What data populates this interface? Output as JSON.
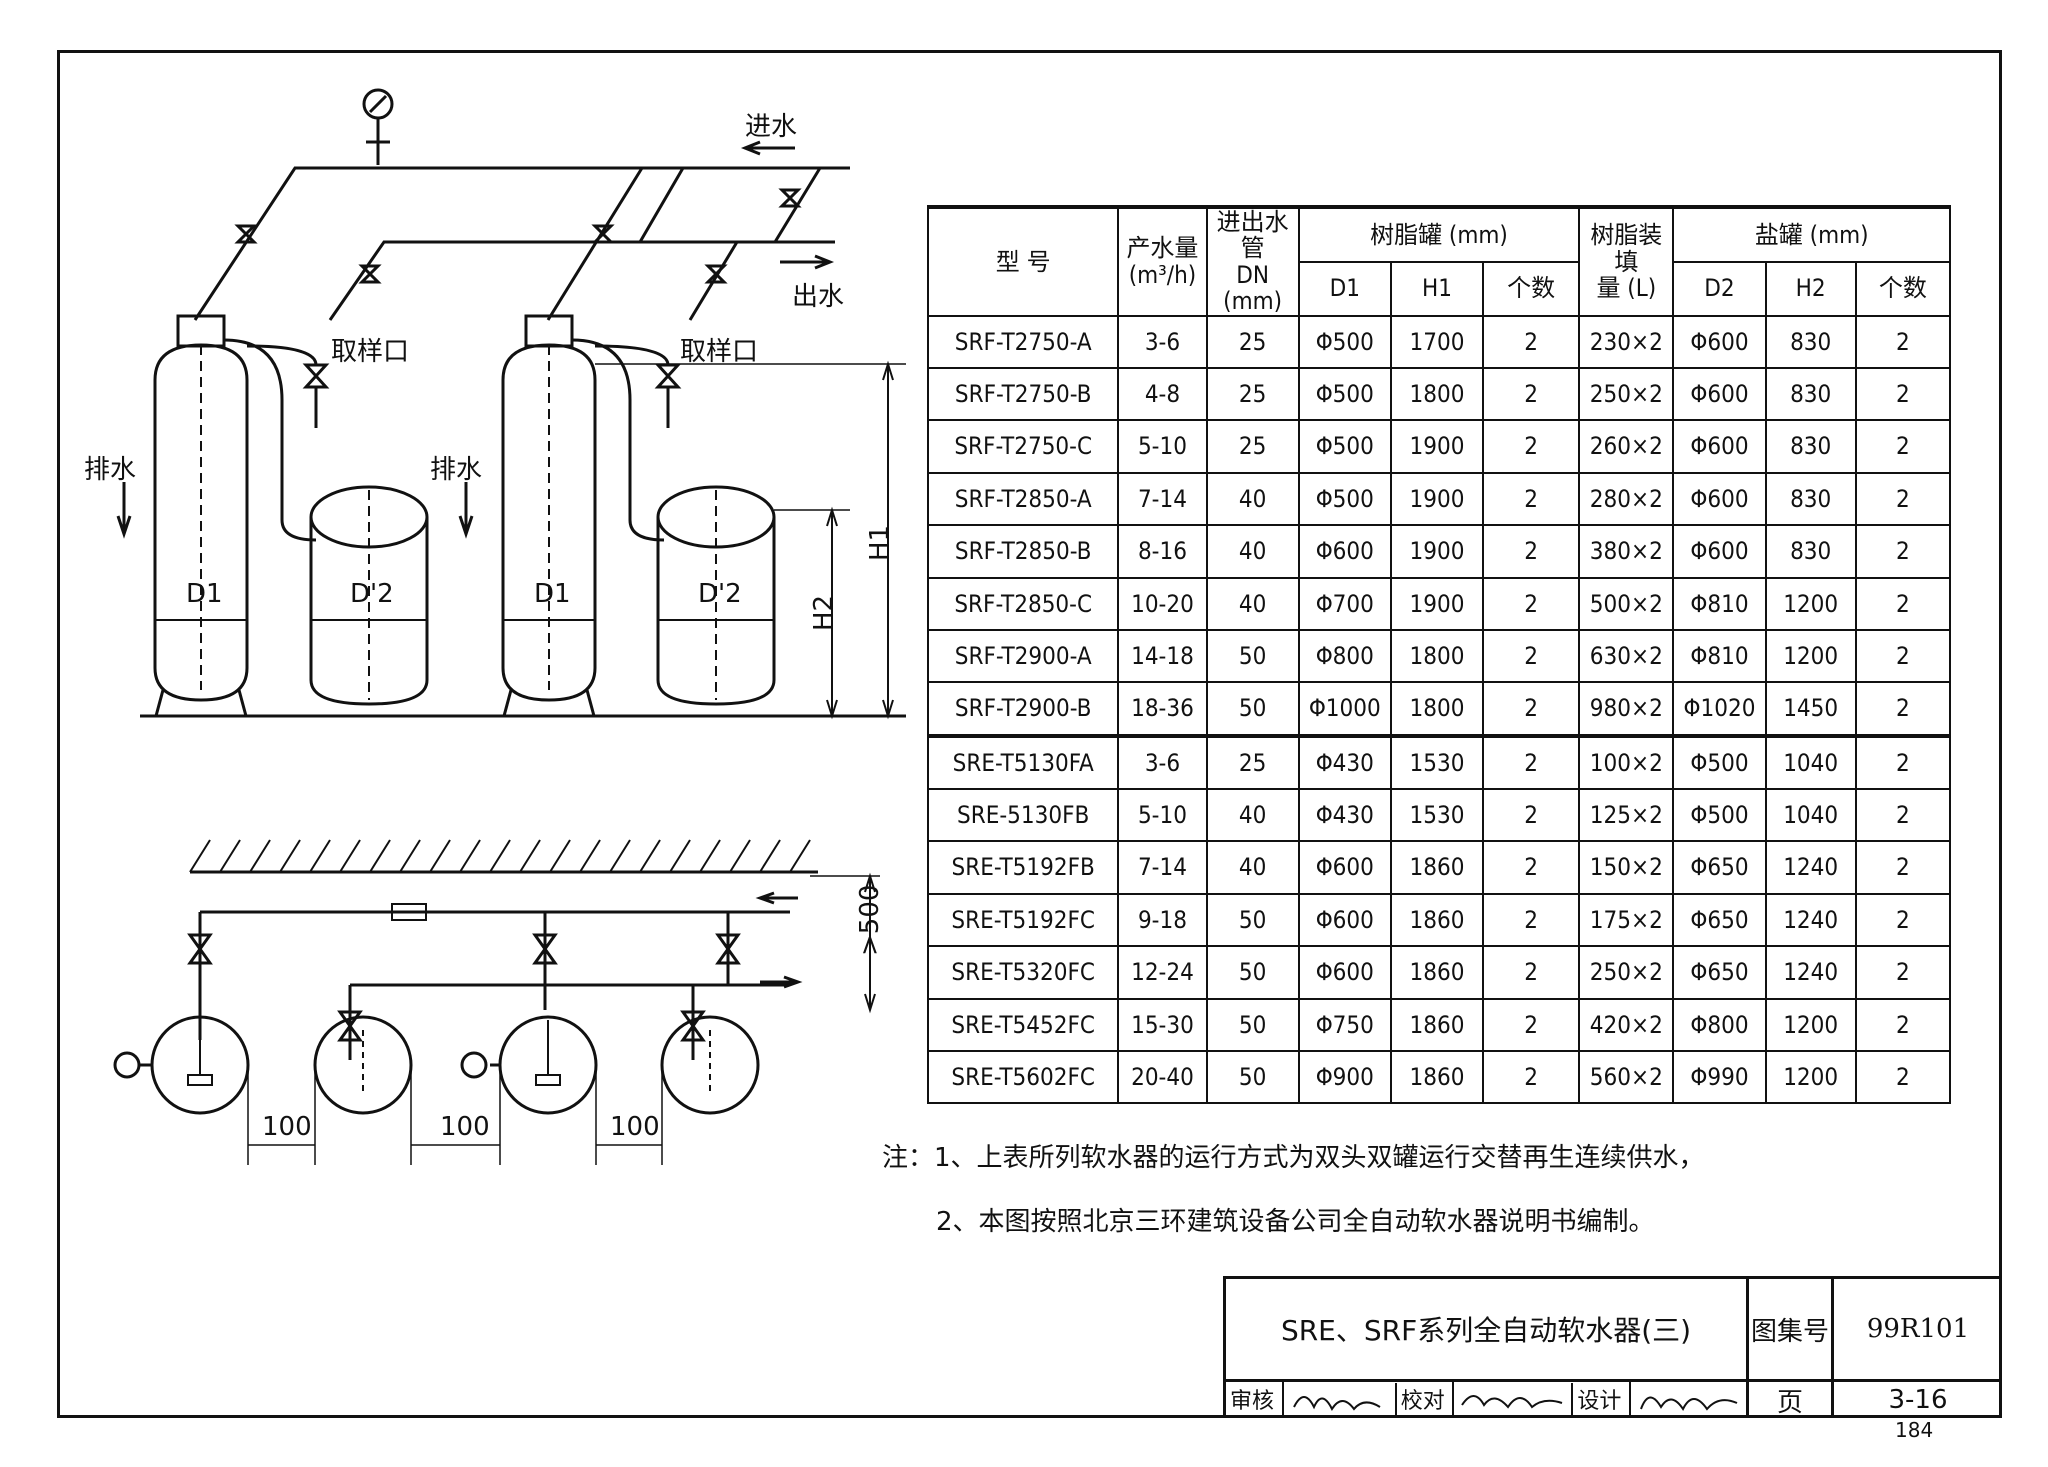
{
  "labels": {
    "inlet": "进水",
    "outlet": "出水",
    "drain_1": "排水",
    "drain_2": "排水",
    "sample_port_1": "取样口",
    "sample_port_2": "取样口",
    "d1_a": "D1",
    "d2_a": "D'2",
    "d1_b": "D1",
    "d2_b": "D'2",
    "h1": "H1",
    "h2": "H2",
    "gap_100_a": "100",
    "gap_100_b": "100",
    "gap_100_c": "100",
    "clearance": ">500"
  },
  "table": {
    "headers": {
      "model": "型 号",
      "capacity": "产水量",
      "capacity_unit": "(m³/h)",
      "pipe": "进出水管",
      "pipe_dn": "DN",
      "pipe_unit": "(mm)",
      "resin_tank": "树脂罐 (mm)",
      "resin_fill": "树脂装填",
      "resin_fill_unit": "量 (L)",
      "salt_tank": "盐罐 (mm)",
      "d1": "D1",
      "h1": "H1",
      "count1": "个数",
      "d2": "D2",
      "h2": "H2",
      "count2": "个数"
    },
    "rows": [
      [
        "SRF-T2750-A",
        "3-6",
        "25",
        "Φ500",
        "1700",
        "2",
        "230×2",
        "Φ600",
        "830",
        "2"
      ],
      [
        "SRF-T2750-B",
        "4-8",
        "25",
        "Φ500",
        "1800",
        "2",
        "250×2",
        "Φ600",
        "830",
        "2"
      ],
      [
        "SRF-T2750-C",
        "5-10",
        "25",
        "Φ500",
        "1900",
        "2",
        "260×2",
        "Φ600",
        "830",
        "2"
      ],
      [
        "SRF-T2850-A",
        "7-14",
        "40",
        "Φ500",
        "1900",
        "2",
        "280×2",
        "Φ600",
        "830",
        "2"
      ],
      [
        "SRF-T2850-B",
        "8-16",
        "40",
        "Φ600",
        "1900",
        "2",
        "380×2",
        "Φ600",
        "830",
        "2"
      ],
      [
        "SRF-T2850-C",
        "10-20",
        "40",
        "Φ700",
        "1900",
        "2",
        "500×2",
        "Φ810",
        "1200",
        "2"
      ],
      [
        "SRF-T2900-A",
        "14-18",
        "50",
        "Φ800",
        "1800",
        "2",
        "630×2",
        "Φ810",
        "1200",
        "2"
      ],
      [
        "SRF-T2900-B",
        "18-36",
        "50",
        "Φ1000",
        "1800",
        "2",
        "980×2",
        "Φ1020",
        "1450",
        "2"
      ],
      [
        "SRE-T5130FA",
        "3-6",
        "25",
        "Φ430",
        "1530",
        "2",
        "100×2",
        "Φ500",
        "1040",
        "2"
      ],
      [
        "SRE-5130FB",
        "5-10",
        "40",
        "Φ430",
        "1530",
        "2",
        "125×2",
        "Φ500",
        "1040",
        "2"
      ],
      [
        "SRE-T5192FB",
        "7-14",
        "40",
        "Φ600",
        "1860",
        "2",
        "150×2",
        "Φ650",
        "1240",
        "2"
      ],
      [
        "SRE-T5192FC",
        "9-18",
        "50",
        "Φ600",
        "1860",
        "2",
        "175×2",
        "Φ650",
        "1240",
        "2"
      ],
      [
        "SRE-T5320FC",
        "12-24",
        "50",
        "Φ600",
        "1860",
        "2",
        "250×2",
        "Φ650",
        "1240",
        "2"
      ],
      [
        "SRE-T5452FC",
        "15-30",
        "50",
        "Φ750",
        "1860",
        "2",
        "420×2",
        "Φ800",
        "1200",
        "2"
      ],
      [
        "SRE-T5602FC",
        "20-40",
        "50",
        "Φ900",
        "1860",
        "2",
        "560×2",
        "Φ990",
        "1200",
        "2"
      ]
    ]
  },
  "notes": {
    "note1": "注：1、上表所列软水器的运行方式为双头双罐运行交替再生连续供水，",
    "note2": "2、本图按照北京三环建筑设备公司全自动软水器说明书编制。"
  },
  "title_block": {
    "title": "SRE、SRF系列全自动软水器(三)",
    "atlas_label": "图集号",
    "atlas_no": "99R101",
    "page_label": "页",
    "page_no": "3-16",
    "review_label": "审核",
    "check_label": "校对",
    "design_label": "设计"
  },
  "footer": {
    "sheet_number": "184"
  }
}
